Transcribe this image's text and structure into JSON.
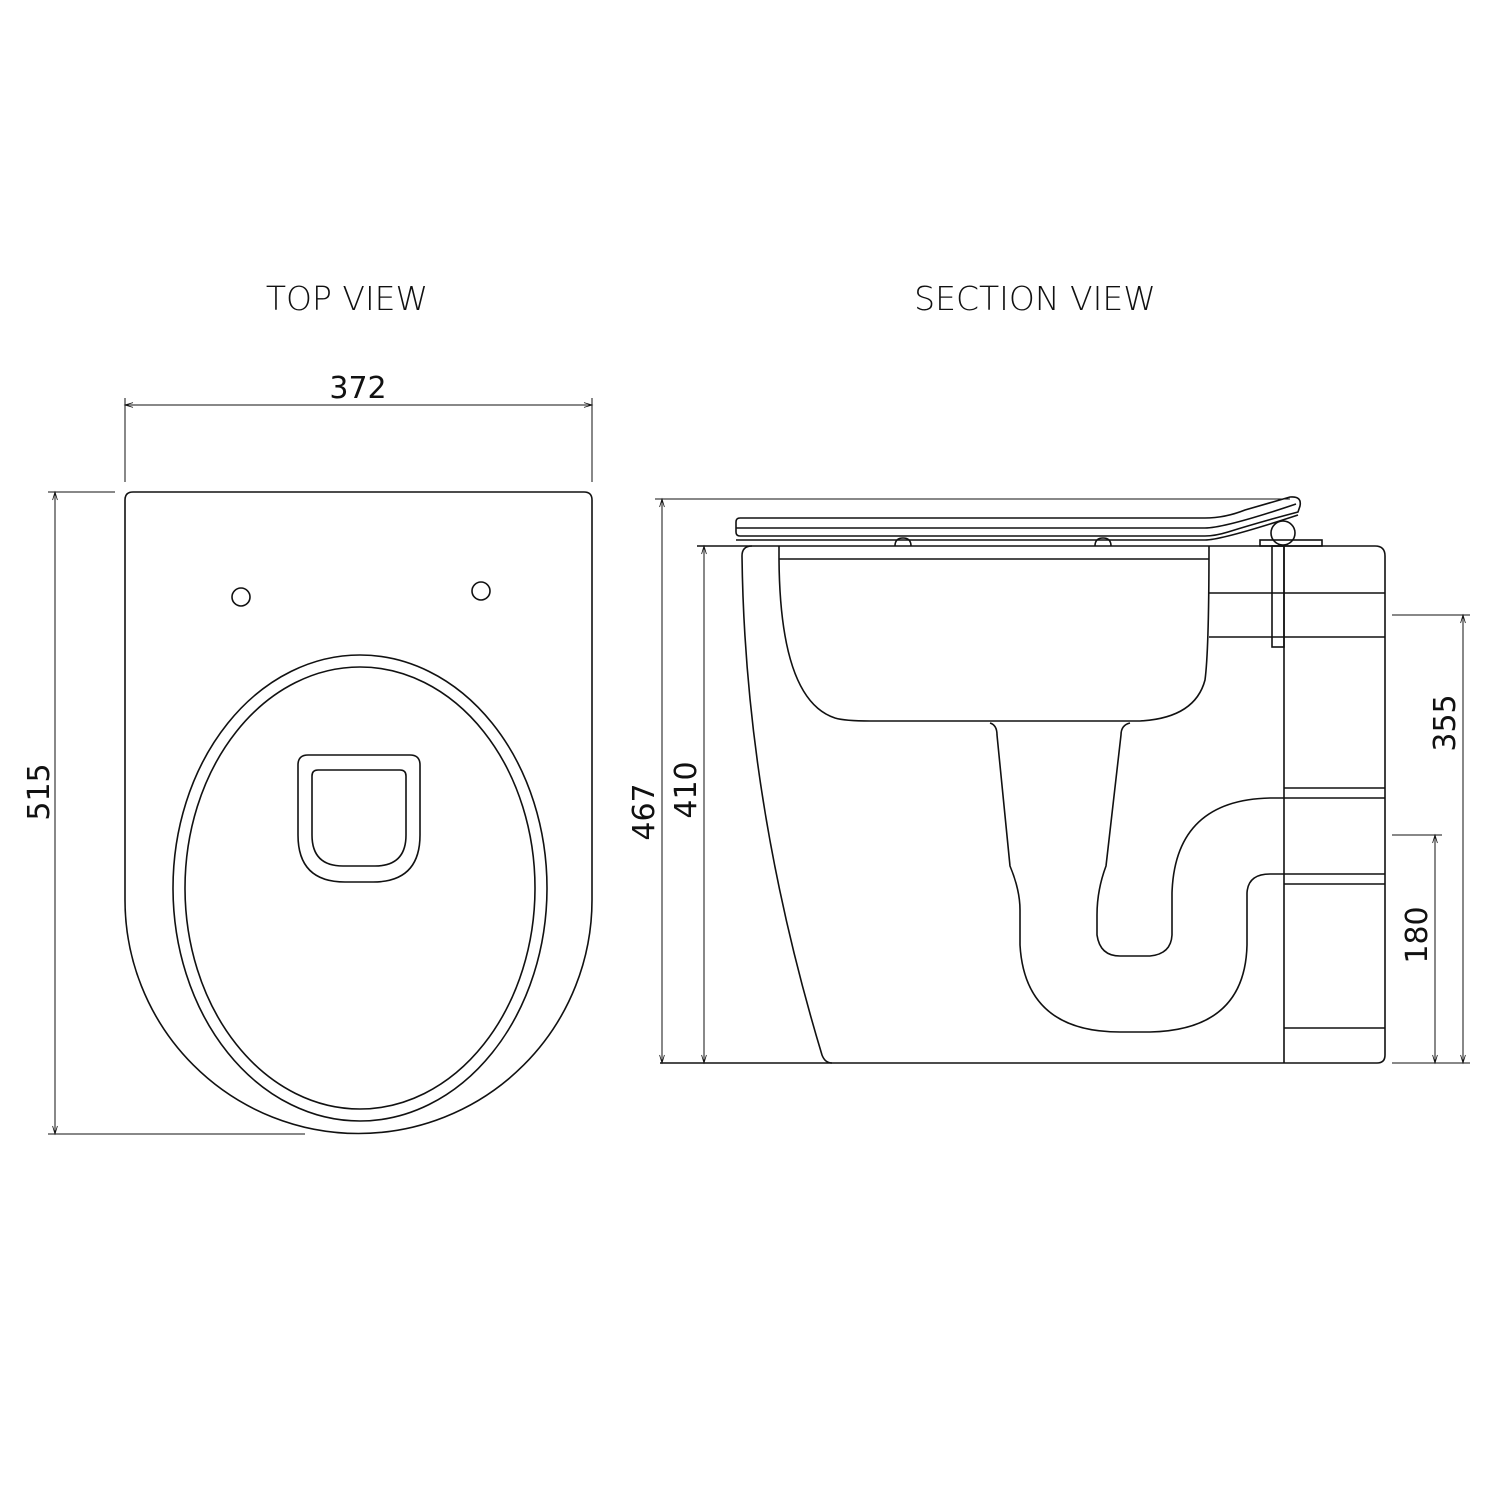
{
  "titles": {
    "top_view": "TOP VIEW",
    "section_view": "SECTION VIEW"
  },
  "top_view": {
    "width": "372",
    "depth": "515"
  },
  "section_view": {
    "overall_height": "467",
    "pan_height": "410",
    "outlet_height_top": "355",
    "outlet_height_center": "180"
  },
  "colors": {
    "line": "#111111",
    "background": "#ffffff"
  }
}
